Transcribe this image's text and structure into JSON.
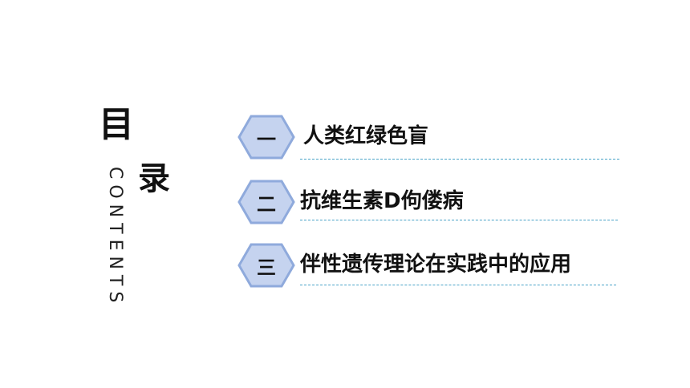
{
  "title": {
    "char1": "目",
    "char2": "录",
    "subtitle": "CONTENTS"
  },
  "items": [
    {
      "number": "一",
      "label": "人类红绿色盲"
    },
    {
      "number": "二",
      "label": "抗维生素D佝偻病"
    },
    {
      "number": "三",
      "label": "伴性遗传理论在实践中的应用"
    }
  ],
  "colors": {
    "hex_fill": "#c5d3ef",
    "hex_stroke": "#8faadc",
    "divider": "#4aa3c8",
    "text": "#111111"
  }
}
